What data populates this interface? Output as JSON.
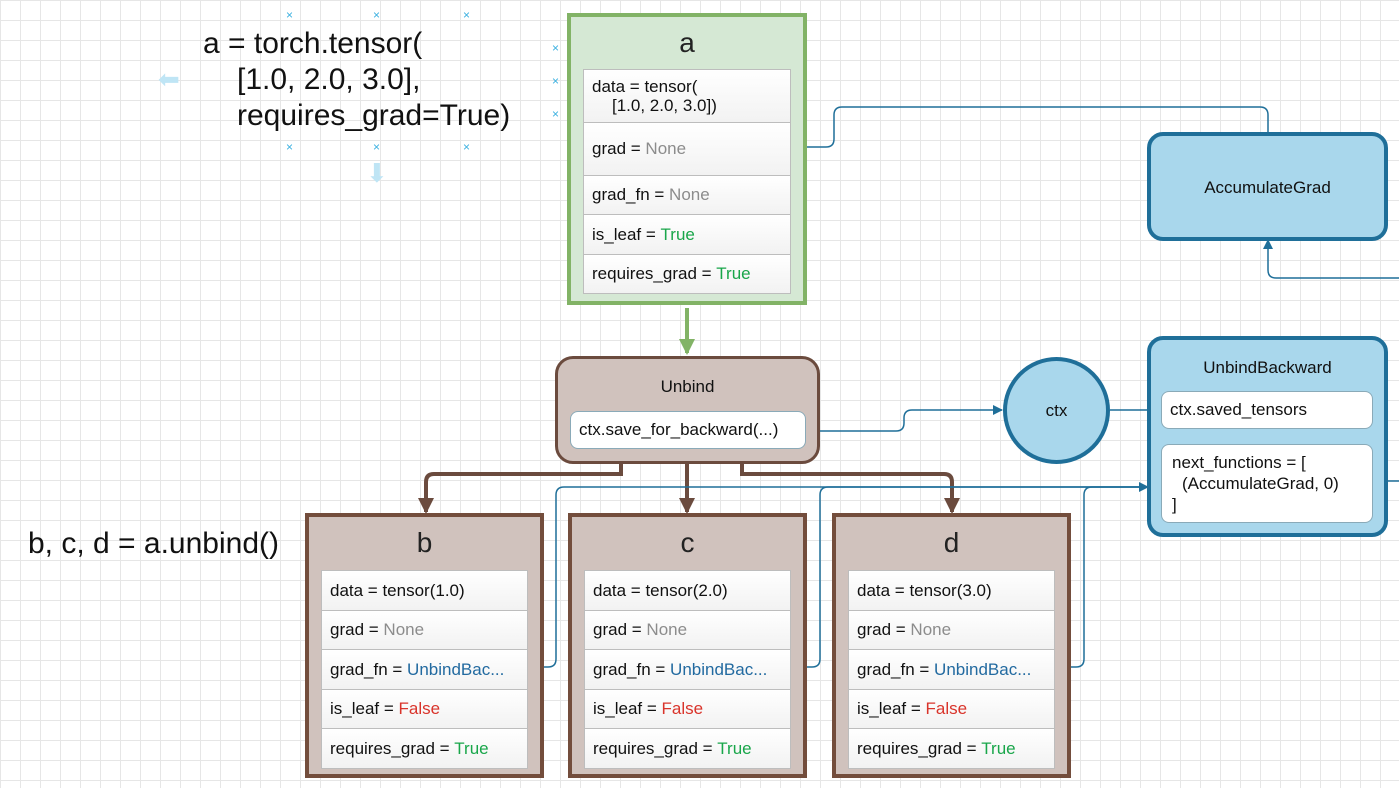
{
  "code": {
    "a_line1": "a = torch.tensor(",
    "a_line2": "[1.0, 2.0, 3.0],",
    "a_line3": "requires_grad=True)",
    "bcd": "b, c, d = a.unbind()"
  },
  "tensor_a": {
    "title": "a",
    "data_line1": "data = tensor(",
    "data_line2": "[1.0, 2.0, 3.0])",
    "grad_key": "grad = ",
    "grad_val": "None",
    "grad_fn_key": "grad_fn = ",
    "grad_fn_val": "None",
    "is_leaf_key": "is_leaf = ",
    "is_leaf_val": "True",
    "requires_grad_key": "requires_grad = ",
    "requires_grad_val": "True"
  },
  "tensor_b": {
    "title": "b",
    "data": "data = tensor(1.0)",
    "grad_key": "grad = ",
    "grad_val": "None",
    "grad_fn_key": "grad_fn = ",
    "grad_fn_val": "UnbindBac...",
    "is_leaf_key": "is_leaf = ",
    "is_leaf_val": "False",
    "requires_grad_key": "requires_grad = ",
    "requires_grad_val": "True"
  },
  "tensor_c": {
    "title": "c",
    "data": "data = tensor(2.0)",
    "grad_key": "grad = ",
    "grad_val": "None",
    "grad_fn_key": "grad_fn = ",
    "grad_fn_val": "UnbindBac...",
    "is_leaf_key": "is_leaf = ",
    "is_leaf_val": "False",
    "requires_grad_key": "requires_grad = ",
    "requires_grad_val": "True"
  },
  "tensor_d": {
    "title": "d",
    "data": "data = tensor(3.0)",
    "grad_key": "grad = ",
    "grad_val": "None",
    "grad_fn_key": "grad_fn = ",
    "grad_fn_val": "UnbindBac...",
    "is_leaf_key": "is_leaf = ",
    "is_leaf_val": "False",
    "requires_grad_key": "requires_grad = ",
    "requires_grad_val": "True"
  },
  "unbind": {
    "title": "Unbind",
    "call": "ctx.save_for_backward(...)"
  },
  "ctx": {
    "label": "ctx"
  },
  "accumulate_grad": {
    "label": "AccumulateGrad"
  },
  "unbind_backward": {
    "title": "UnbindBackward",
    "saved": "ctx.saved_tensors",
    "next_line1": "next_functions = [",
    "next_line2": "(AccumulateGrad, 0)",
    "next_line3": "]"
  },
  "colors": {
    "leaf_fill": "#d5e8d4",
    "leaf_border": "#82b366",
    "op_fill": "#d0c2bd",
    "op_border": "#734d3c",
    "node_fill": "#a9d7ec",
    "node_border": "#1f6f99",
    "true": "#19a64a",
    "false": "#d9342b",
    "link": "#226aa0"
  }
}
